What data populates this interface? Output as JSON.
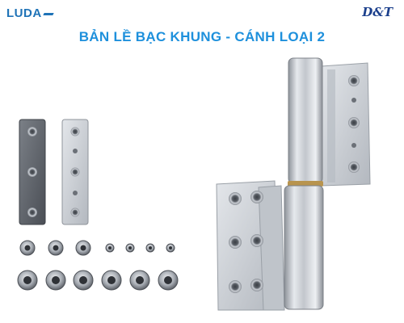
{
  "brand": {
    "left_logo": "LUDA",
    "right_logo": "D&T"
  },
  "title": "BẢN LỀ BẠC KHUNG - CÁNH LOẠI 2",
  "colors": {
    "title": "#1e90dc",
    "luda": "#1f73b7",
    "dt": "#1b3f8c",
    "metal": "#c9cdd3",
    "dark_plate": "#5a5f66"
  },
  "image": {
    "subject": "silver frame-sash hinge with two mounting plates and screw washers"
  }
}
